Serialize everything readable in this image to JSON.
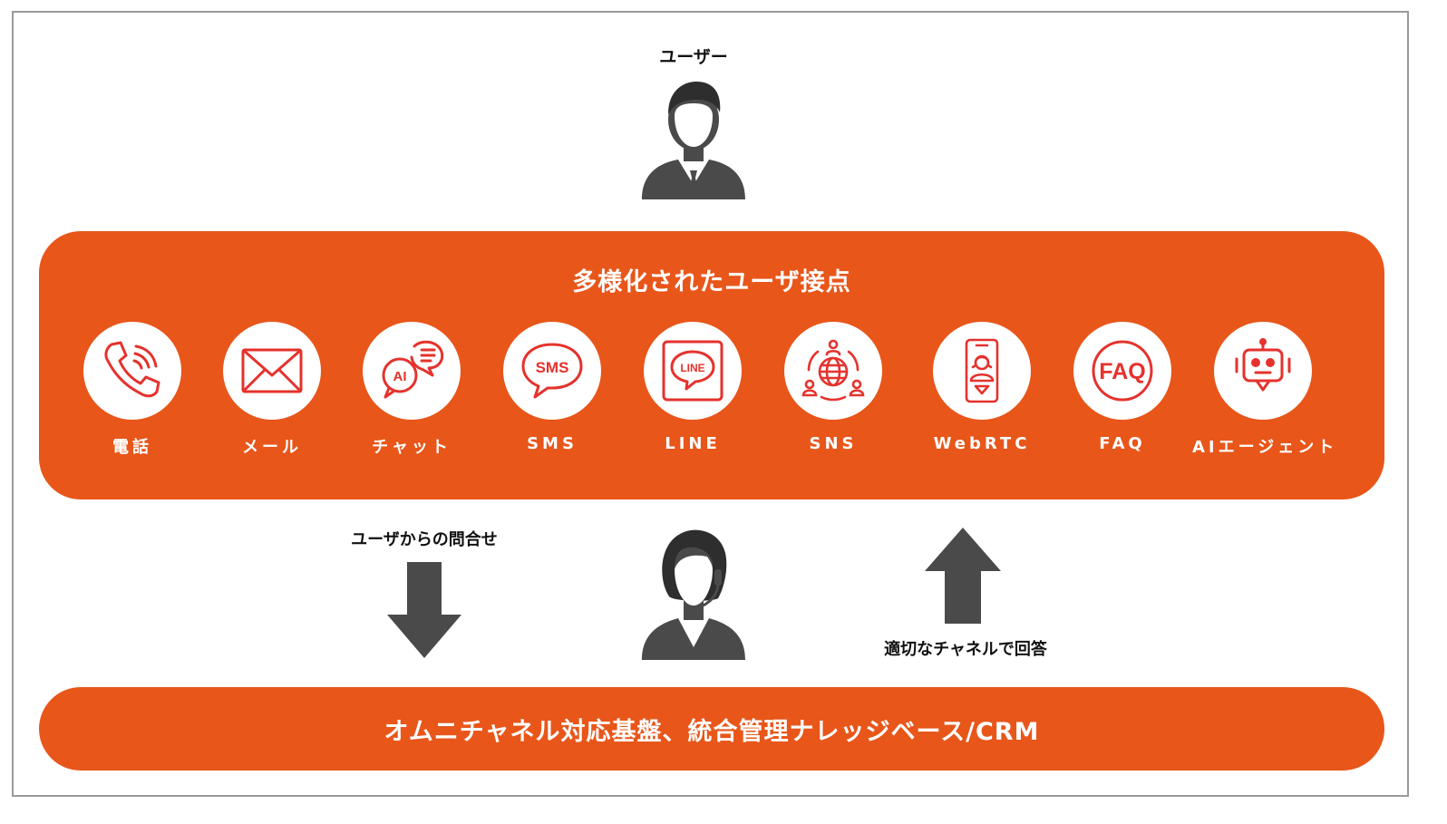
{
  "user": {
    "label": "ユーザー",
    "icon": "user-businessman-icon"
  },
  "channels": {
    "title": "多様化されたユーザ接点",
    "items": [
      {
        "label": "電話",
        "icon": "phone-icon"
      },
      {
        "label": "メール",
        "icon": "mail-icon"
      },
      {
        "label": "チャット",
        "icon": "ai-chat-icon"
      },
      {
        "label": "SMS",
        "icon": "sms-icon"
      },
      {
        "label": "LINE",
        "icon": "line-icon"
      },
      {
        "label": "SNS",
        "icon": "sns-icon"
      },
      {
        "label": "WebRTC",
        "icon": "webrtc-icon"
      },
      {
        "label": "FAQ",
        "icon": "faq-icon"
      },
      {
        "label": "AIエージェント",
        "icon": "ai-agent-icon"
      }
    ]
  },
  "flow": {
    "inquiry_label": "ユーザからの問合せ",
    "answer_label": "適切なチャネルで回答",
    "operator_icon": "operator-headset-icon"
  },
  "platform": {
    "label": "オムニチャネル対応基盤、統合管理ナレッジベース/CRM"
  },
  "colors": {
    "accent": "#e8561a",
    "icon_red": "#e5322d",
    "figure_gray": "#4a4a4a"
  }
}
